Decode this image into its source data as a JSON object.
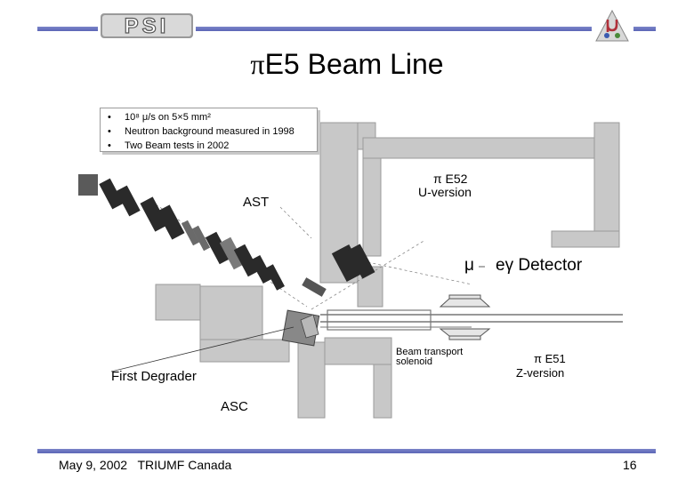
{
  "header": {
    "logo_text": "PSI",
    "title_prefix": "π",
    "title_rest": "E5 Beam Line"
  },
  "bullets": [
    {
      "marker": "•",
      "text": "10⁸ μ/s on 5×5 mm²"
    },
    {
      "marker": "•",
      "text": "Neutron background measured in 1998"
    },
    {
      "marker": "•",
      "text": "Two Beam tests in 2002"
    }
  ],
  "diagram": {
    "labels": {
      "ast": "AST",
      "pe52_a": "π E52",
      "pe52_b": "U-version",
      "detector_mu": "μ",
      "detector_rest": "eγ  Detector",
      "transport_a": "Beam transport",
      "transport_b": "solenoid",
      "pe51_a": "π E51",
      "pe51_b": "Z-version",
      "degrader": "First Degrader",
      "asc": "ASC"
    }
  },
  "footer": {
    "left": "May 9, 2002   TRIUMF Canada",
    "page": "16"
  },
  "colors": {
    "bar": "#6a74c0",
    "wall": "#c8c8c8",
    "magnet": "#2a2a2a"
  }
}
